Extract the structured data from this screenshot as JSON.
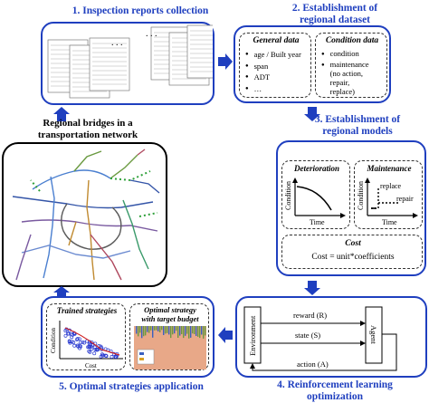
{
  "stages": {
    "s1": "1. Inspection reports collection",
    "s2": "2. Establishment of\nregional dataset",
    "s3": "3. Establishment of\nregional models",
    "s4": "4. Reinforcement learning\noptimization",
    "s5": "5. Optimal strategies application"
  },
  "network_label": "Regional bridges in a\ntransportation network",
  "dataset": {
    "general_title": "General data",
    "general_items": [
      "age / Built year",
      "span",
      "ADT",
      "…"
    ],
    "condition_title": "Condition data",
    "condition_items": [
      "condition",
      "maintenance\n(no action,\nrepair,\nreplace)"
    ]
  },
  "models": {
    "deterioration_title": "Deterioration",
    "maintenance_title": "Maintenance",
    "condition_axis": "Condition",
    "time_axis": "Time",
    "replace": "replace",
    "repair": "repair",
    "cost_title": "Cost",
    "cost_formula": "Cost = unit*coefficients"
  },
  "rl": {
    "environment": "Environment",
    "agent": "Agent",
    "reward": "reward (R)",
    "state": "state (S)",
    "action": "action (A)"
  },
  "strategies": {
    "trained_title": "Trained strategies",
    "optimal_title": "Optimal strategy\nwith target budget",
    "cost_axis": "Cost",
    "condition_axis": "Condition"
  },
  "colors": {
    "accent": "#1f3fbf"
  }
}
